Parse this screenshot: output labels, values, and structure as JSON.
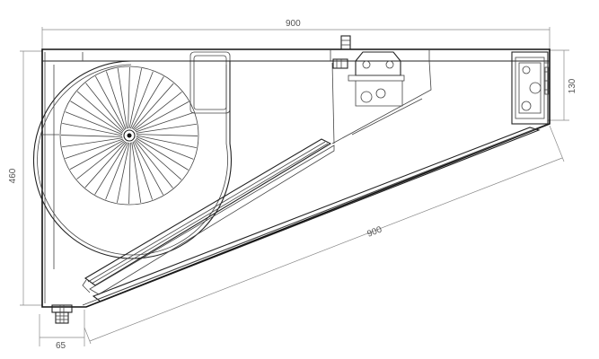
{
  "drawing": {
    "dimensions": {
      "top_width": "900",
      "height": "460",
      "box_height": "130",
      "diagonal_length": "900",
      "bottom_offset": "65"
    },
    "fan_blade_count": 36
  }
}
